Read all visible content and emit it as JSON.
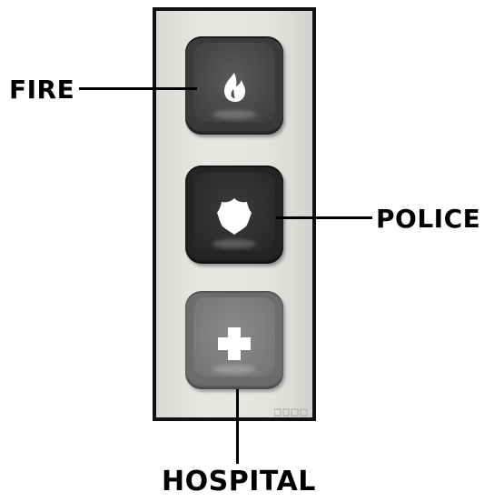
{
  "callouts": {
    "fire": "FIRE",
    "police": "POLICE",
    "hospital": "HOSPITAL"
  },
  "buttons": [
    {
      "name": "fire",
      "icon": "flame-icon",
      "color": "#3a3a3a"
    },
    {
      "name": "police",
      "icon": "badge-shield-icon",
      "color": "#242424"
    },
    {
      "name": "hospital",
      "icon": "medical-cross-icon",
      "color": "#6c6c6c"
    }
  ],
  "colors": {
    "panel_border": "#111111",
    "panel_fill": "#e4e4e1",
    "label_text": "#000000",
    "icon_fill": "#ffffff"
  }
}
